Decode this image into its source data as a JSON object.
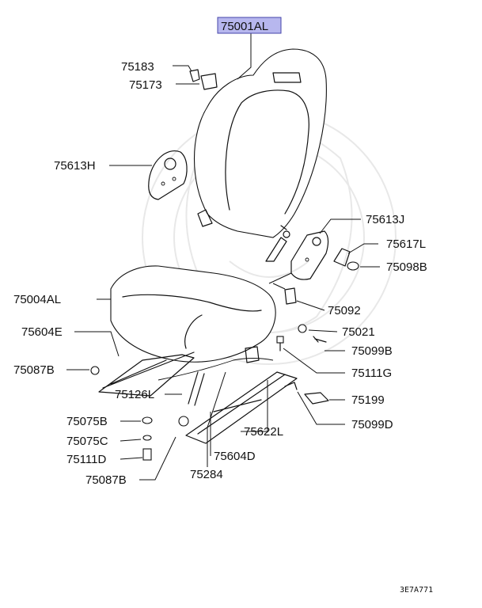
{
  "diagram": {
    "highlight_color": "#b7b7ee",
    "labels": {
      "p75001AL": "75001AL",
      "p75183": "75183",
      "p75173": "75173",
      "p75613H": "75613H",
      "p75613J": "75613J",
      "p75617L": "75617L",
      "p75098B": "75098B",
      "p75004AL": "75004AL",
      "p75092": "75092",
      "p75604E": "75604E",
      "p75021": "75021",
      "p75099B": "75099B",
      "p75087B_a": "75087B",
      "p75111G": "75111G",
      "p75126L": "75126L",
      "p75199": "75199",
      "p75075B": "75075B",
      "p75622L": "75622L",
      "p75099D": "75099D",
      "p75075C": "75075C",
      "p75111D": "75111D",
      "p75604D": "75604D",
      "p75087B_b": "75087B",
      "p75284": "75284"
    },
    "drawing_code": "3E7A771"
  }
}
